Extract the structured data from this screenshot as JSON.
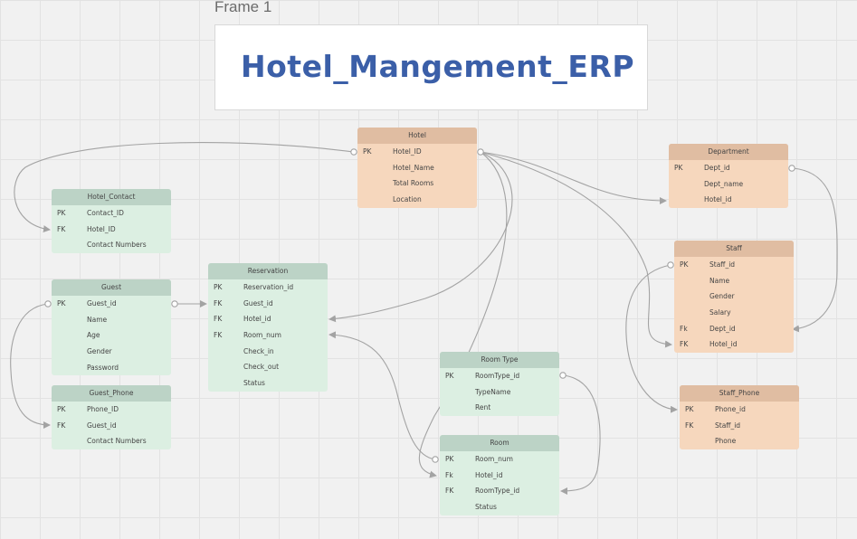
{
  "frame_label": "Frame 1",
  "title": "Hotel_Mangement_ERP",
  "entities": {
    "hotel": {
      "name": "Hotel",
      "rows": [
        {
          "key": "PK",
          "field": "Hotel_ID"
        },
        {
          "key": "",
          "field": "Hotel_Name"
        },
        {
          "key": "",
          "field": "Total Rooms"
        },
        {
          "key": "",
          "field": "Location"
        }
      ]
    },
    "department": {
      "name": "Department",
      "rows": [
        {
          "key": "PK",
          "field": "Dept_id"
        },
        {
          "key": "",
          "field": "Dept_name"
        },
        {
          "key": "",
          "field": "Hotel_id"
        }
      ]
    },
    "hotel_contact": {
      "name": "Hotel_Contact",
      "rows": [
        {
          "key": "PK",
          "field": "Contact_ID"
        },
        {
          "key": "FK",
          "field": "Hotel_ID"
        },
        {
          "key": "",
          "field": "Contact Numbers"
        }
      ]
    },
    "staff": {
      "name": "Staff",
      "rows": [
        {
          "key": "PK",
          "field": "Staff_id"
        },
        {
          "key": "",
          "field": "Name"
        },
        {
          "key": "",
          "field": "Gender"
        },
        {
          "key": "",
          "field": "Salary"
        },
        {
          "key": "Fk",
          "field": "Dept_id"
        },
        {
          "key": "FK",
          "field": "Hotel_id"
        }
      ]
    },
    "guest": {
      "name": "Guest",
      "rows": [
        {
          "key": "PK",
          "field": "Guest_id"
        },
        {
          "key": "",
          "field": "Name"
        },
        {
          "key": "",
          "field": "Age"
        },
        {
          "key": "",
          "field": "Gender"
        },
        {
          "key": "",
          "field": "Password"
        }
      ]
    },
    "reservation": {
      "name": "Reservation",
      "rows": [
        {
          "key": "PK",
          "field": "Reservation_id"
        },
        {
          "key": "FK",
          "field": "Guest_id"
        },
        {
          "key": "FK",
          "field": "Hotel_id"
        },
        {
          "key": "FK",
          "field": "Room_num"
        },
        {
          "key": "",
          "field": "Check_in"
        },
        {
          "key": "",
          "field": "Check_out"
        },
        {
          "key": "",
          "field": "Status"
        }
      ]
    },
    "guest_phone": {
      "name": "Guest_Phone",
      "rows": [
        {
          "key": "PK",
          "field": "Phone_ID"
        },
        {
          "key": "FK",
          "field": "Guest_id"
        },
        {
          "key": "",
          "field": "Contact Numbers"
        }
      ]
    },
    "room_type": {
      "name": "Room Type",
      "rows": [
        {
          "key": "PK",
          "field": "RoomType_id"
        },
        {
          "key": "",
          "field": "TypeName"
        },
        {
          "key": "",
          "field": "Rent"
        }
      ]
    },
    "room": {
      "name": "Room",
      "rows": [
        {
          "key": "PK",
          "field": "Room_num"
        },
        {
          "key": "Fk",
          "field": "Hotel_id"
        },
        {
          "key": "FK",
          "field": "RoomType_id"
        },
        {
          "key": "",
          "field": "Status"
        }
      ]
    },
    "staff_phone": {
      "name": "Staff_Phone",
      "rows": [
        {
          "key": "PK",
          "field": "Phone_id"
        },
        {
          "key": "FK",
          "field": "Staff_id"
        },
        {
          "key": "",
          "field": "Phone"
        }
      ]
    }
  },
  "colors": {
    "green_header": "#bcd3c6",
    "green_body": "#dcefe2",
    "orange_header": "#e0bda2",
    "orange_body": "#f6d7bd",
    "title": "#3b5fa8",
    "connector": "#a3a3a3"
  }
}
